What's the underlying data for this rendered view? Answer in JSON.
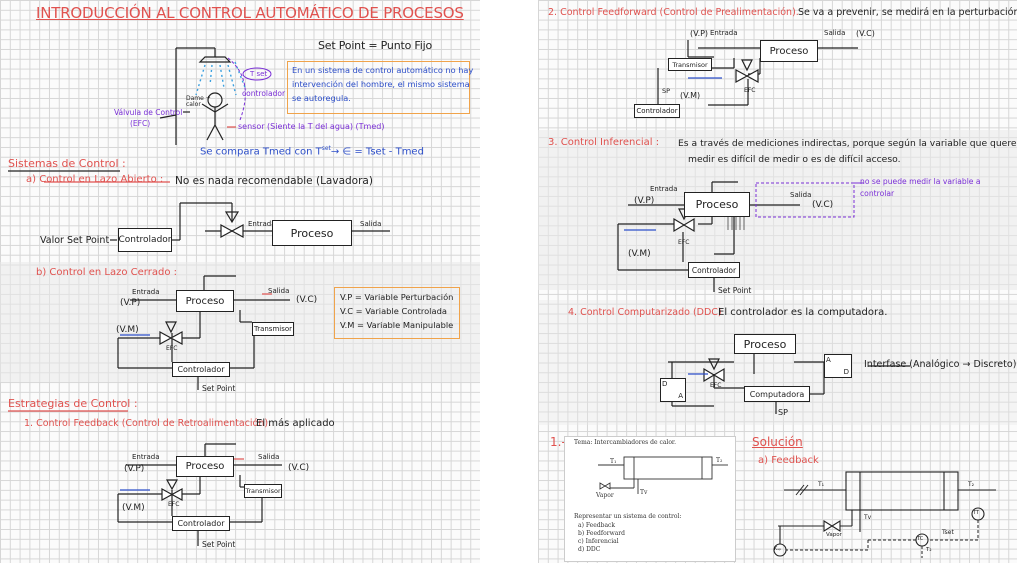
{
  "left": {
    "title": "INTRODUCCIÓN AL CONTROL AUTOMÁTICO DE PROCESOS",
    "set_point": "Set Point = Punto Fijo",
    "note_box": [
      "En un sistema de control automático no hay",
      "intervención del hombre, el mismo sistema",
      "se autoregula."
    ],
    "shower": {
      "tset": "T set",
      "controlador": "controlador",
      "dame_mas": "Dame + calor",
      "valve_label": [
        "Válvula de Control",
        "(EFC)"
      ],
      "sensor": "sensor (Siente la T del agua) (Tmed)"
    },
    "compare": "Se compara Tmed con T",
    "compare_sup": "set",
    "error": "→ ∈ = Tset - Tmed",
    "sistemas": "Sistemas de Control :",
    "a_label": "a) Control en Lazo Abierto :",
    "a_text": "No es nada recomendable (Lavadora)",
    "open_loop": {
      "valor": "Valor Set Point",
      "controlador": "Controlador",
      "entrada": "Entrada",
      "proceso": "Proceso",
      "salida": "Salida"
    },
    "b_label": "b) Control en Lazo Cerrado :",
    "closed_loop": {
      "entrada": "Entrada",
      "vp": "(V.P)",
      "proceso": "Proceso",
      "salida": "Salida",
      "vc": "(V.C)",
      "vm": "(V.M)",
      "efc": "EFC",
      "transmisor": "Transmisor",
      "controlador": "Controlador",
      "setpoint": "Set Point"
    },
    "legend": [
      "V.P = Variable Perturbación",
      "V.C = Variable Controlada",
      "V.M = Variable Manipulable"
    ],
    "estrategias": "Estrategias de Control :",
    "fb_label": "1. Control Feedback (Control de Retroalimentación).",
    "fb_text": "El más aplicado",
    "fb_diagram": {
      "entrada": "Entrada",
      "vp": "(V.P)",
      "proceso": "Proceso",
      "salida": "Salida",
      "vc": "(V.C)",
      "vm": "(V.M)",
      "efc": "EFC",
      "transmisor": "Transmisor",
      "controlador": "Controlador",
      "setpoint": "Set Point"
    }
  },
  "right": {
    "ff_label": "2. Control Feedforward (Control de Prealimentación).",
    "ff_text": "Se va a prevenir, se medirá en la perturbación.",
    "ff_diagram": {
      "vp": "(V.P)",
      "entrada": "Entrada",
      "proceso": "Proceso",
      "salida": "Salida",
      "vc": "(V.C)",
      "transmisor": "Transmisor",
      "sp": "SP",
      "vm": "(V.M)",
      "efc": "EFC",
      "controlador": "Controlador"
    },
    "inf_label": "3. Control Inferencial :",
    "inf_text": [
      "Es a través de mediciones indirectas, porque según la variable que queremos",
      "medir es difícil de medir o es de difícil acceso."
    ],
    "inf_diagram": {
      "entrada": "Entrada",
      "vp": "(V.P)",
      "proceso": "Proceso",
      "salida": "Salida",
      "vc": "(V.C)",
      "vm": "(V.M)",
      "efc": "EFC",
      "controlador": "Controlador",
      "setpoint": "Set Point",
      "note": [
        "no se puede medir la variable a",
        "controlar"
      ]
    },
    "ddc_label": "4. Control Computarizado (DDC)",
    "ddc_text": "El controlador es la computadora.",
    "ddc_diagram": {
      "proceso": "Proceso",
      "ad_a": "A",
      "ad_d": "D",
      "da_d": "D",
      "da_a": "A",
      "efc": "EFC",
      "computadora": "Computadora",
      "sp": "SP",
      "interfase": "Interfase (Analógico → Discreto)"
    },
    "ex_number": "1.-",
    "printed": {
      "title": "Tema: Intercambiadores de calor.",
      "t1": "T₁",
      "t2": "T₂",
      "tv": "Tv",
      "vapor": "Vapor",
      "represent": "Representar un sistema de control:",
      "items": [
        "a)  Feedback",
        "b)  Feedforward",
        "c)  Inferencial",
        "d)  DDC"
      ]
    },
    "solucion": "Solución",
    "sol_a": "a) Feedback",
    "sol_diagram": {
      "t1": "T₁",
      "t2": "T₂",
      "tv": "Tv",
      "vapor": "Vapor",
      "tset": "Tset",
      "tt": "TT",
      "tc": "TC",
      "tcn": "T₂",
      "ksp": "Kₛₚ"
    }
  }
}
